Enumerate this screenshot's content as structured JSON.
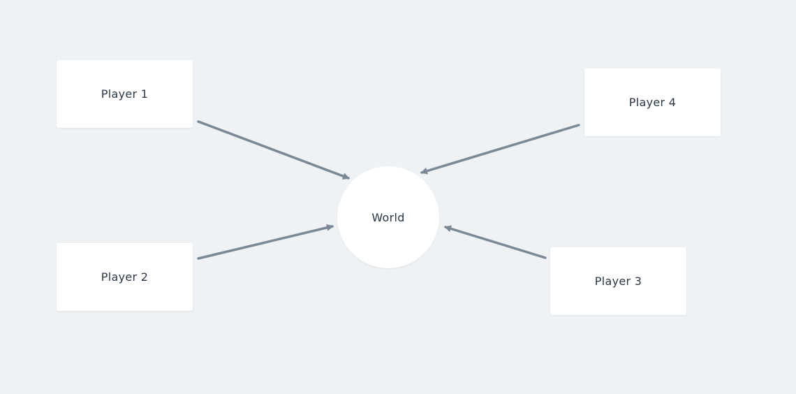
{
  "colors": {
    "background": "#eef2f5",
    "node_fill": "#ffffff",
    "text": "#2a3746",
    "edge": "#7b8896"
  },
  "nodes": {
    "player_1": "Player 1",
    "player_2": "Player 2",
    "player_3": "Player 3",
    "player_4": "Player 4",
    "world": "World"
  },
  "edges": [
    {
      "from": "Player 1",
      "to": "World"
    },
    {
      "from": "Player 2",
      "to": "World"
    },
    {
      "from": "Player 3",
      "to": "World"
    },
    {
      "from": "Player 4",
      "to": "World"
    }
  ]
}
